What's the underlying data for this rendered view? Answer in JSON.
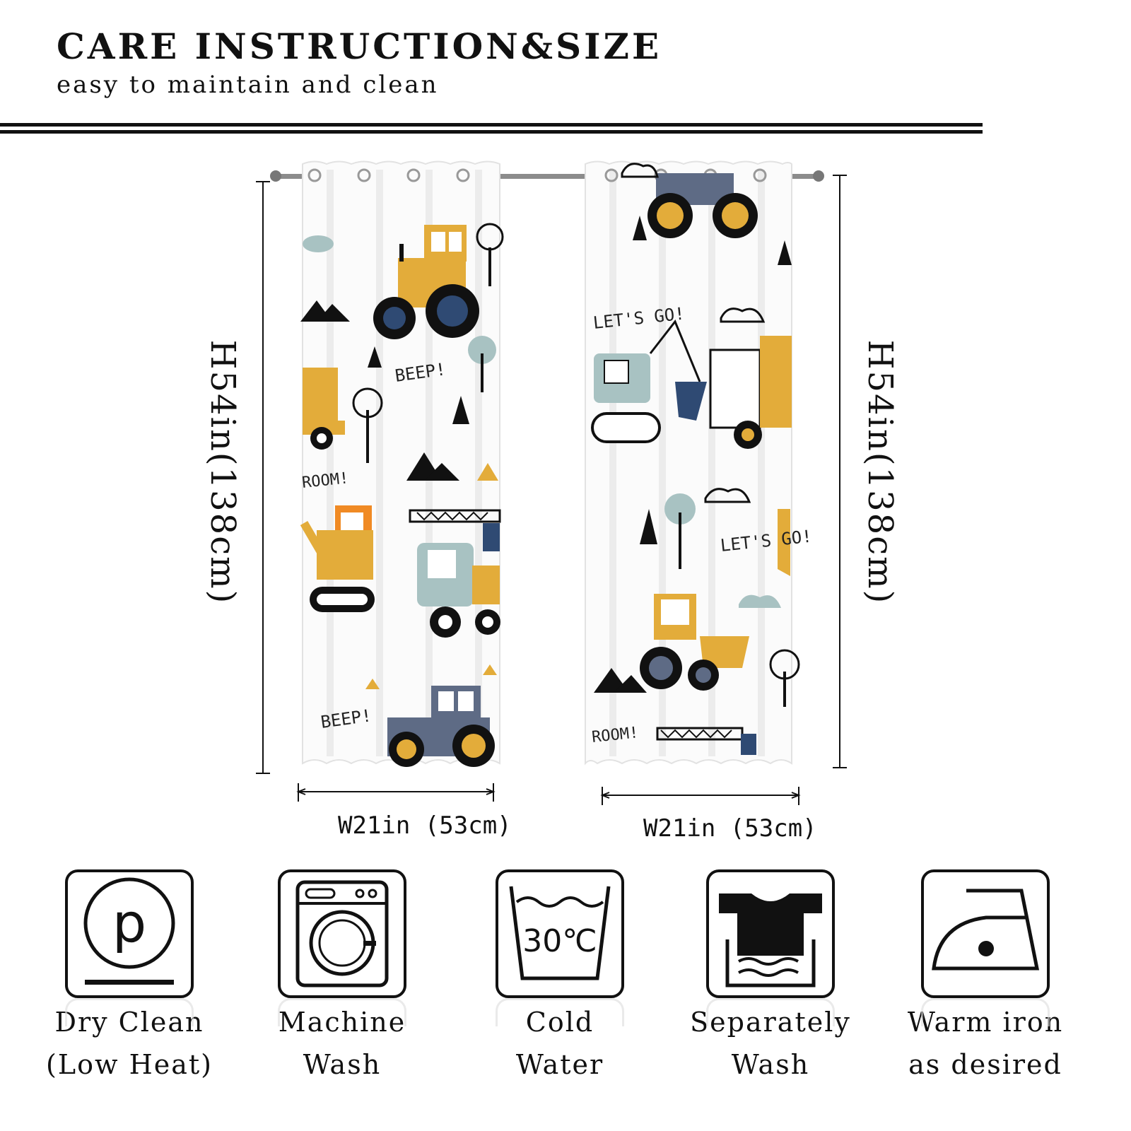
{
  "header": {
    "title": "CARE INSTRUCTION&SIZE",
    "subtitle": "easy to maintain and clean"
  },
  "dimensions": {
    "height_left": "H54in(138cm)",
    "height_right": "H54in(138cm)",
    "width_left": "W21in (53cm)",
    "width_right": "W21in (53cm)"
  },
  "curtain_print": {
    "texts": [
      "BEEP!",
      "ROOM!",
      "LET'S GO!",
      "BEEP!",
      "LET'S GO!",
      "ROOM!"
    ],
    "colors": {
      "mustard": "#E3AC3A",
      "slate": "#5E6B85",
      "sage": "#A8C2C2",
      "navy": "#2F4A73",
      "orange": "#F08A24",
      "ink": "#111111"
    }
  },
  "care_icons": [
    {
      "icon": "dry-clean-icon",
      "line1": "Dry Clean",
      "line2": "(Low Heat)"
    },
    {
      "icon": "machine-wash-icon",
      "line1": "Machine",
      "line2": "Wash"
    },
    {
      "icon": "cold-water-icon",
      "line1": "Cold",
      "line2": "Water",
      "temp": "30℃"
    },
    {
      "icon": "separately-wash-icon",
      "line1": "Separately",
      "line2": "Wash"
    },
    {
      "icon": "warm-iron-icon",
      "line1": "Warm iron",
      "line2": "as desired"
    }
  ]
}
